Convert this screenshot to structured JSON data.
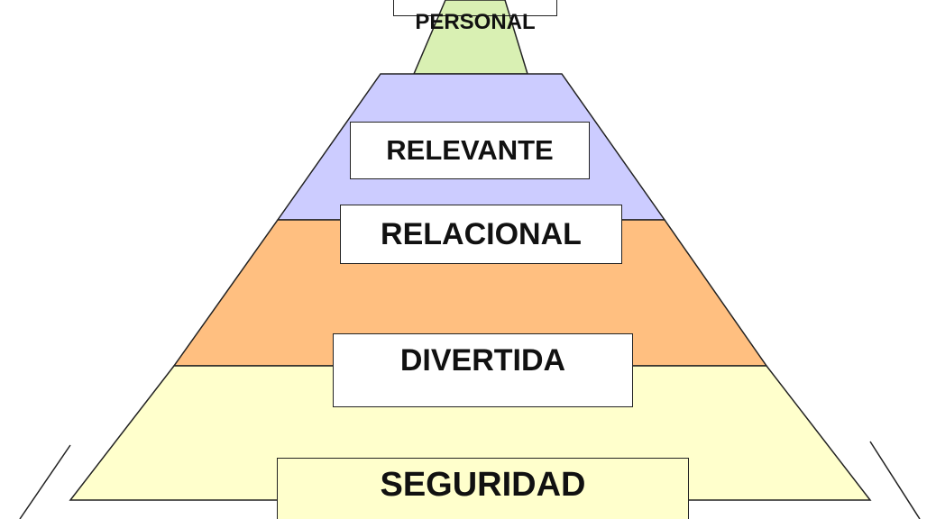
{
  "levels": [
    {
      "id": "personal",
      "label": "PERSONAL",
      "fill": "#d9f0b3"
    },
    {
      "id": "relevante",
      "label": "RELEVANTE",
      "fill": "#ccccff"
    },
    {
      "id": "relacional",
      "label": "RELACIONAL",
      "fill": "#ffbf80"
    },
    {
      "id": "divertida",
      "label": "DIVERTIDA",
      "fill": "#ffffcc"
    },
    {
      "id": "seguridad",
      "label": "SEGURIDAD",
      "fill": "#ffffcc"
    }
  ],
  "colors": {
    "outline": "#222222"
  }
}
